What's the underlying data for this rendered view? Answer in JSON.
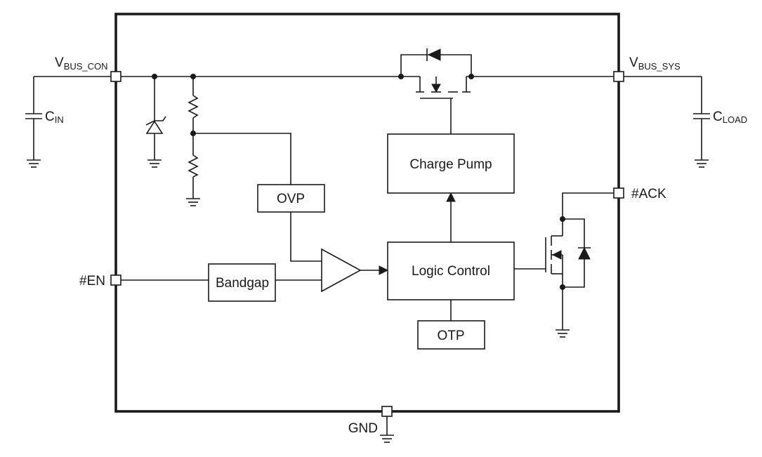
{
  "pins": {
    "vbus_con": {
      "main": "V",
      "sub": "BUS_CON"
    },
    "vbus_sys": {
      "main": "V",
      "sub": "BUS_SYS"
    },
    "en": "#EN",
    "ack": "#ACK",
    "gnd": "GND"
  },
  "external": {
    "cin": {
      "main": "C",
      "sub": "IN"
    },
    "cload": {
      "main": "C",
      "sub": "LOAD"
    }
  },
  "blocks": {
    "charge_pump": "Charge Pump",
    "ovp": "OVP",
    "logic_control": "Logic Control",
    "bandgap": "Bandgap",
    "otp": "OTP"
  },
  "colors": {
    "ink": "#1a1a1a",
    "background": "#ffffff"
  },
  "icons": [
    "zener-diode-icon",
    "resistor-icon",
    "capacitor-icon",
    "ground-icon",
    "mosfet-icon",
    "diode-icon",
    "comparator-icon",
    "arrow-icon"
  ]
}
